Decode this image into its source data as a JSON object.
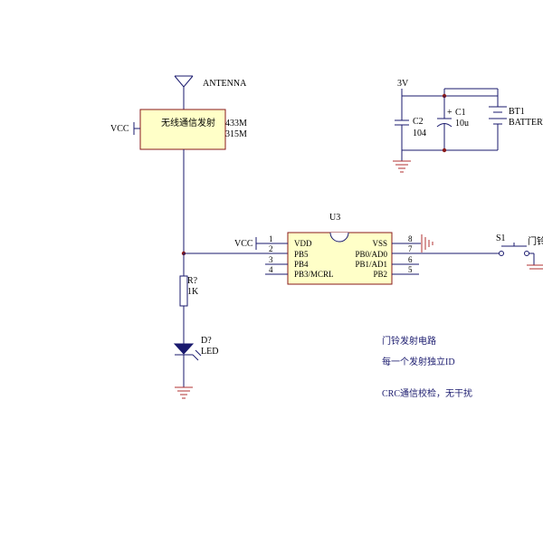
{
  "antenna": {
    "label": "ANTENNA"
  },
  "rf_module": {
    "text": "无线通信发射",
    "freq1": "433M",
    "freq2": "315M",
    "vcc_label": "VCC"
  },
  "power": {
    "rail": "3V",
    "c2_name": "C2",
    "c2_value": "104",
    "c1_name": "C1",
    "c1_value": "10u",
    "c1_plus": "+",
    "bt_name": "BT1",
    "bt_value": "BATTERY"
  },
  "ic": {
    "name": "U3",
    "vcc_label": "VCC",
    "left_pins": [
      {
        "num": "1",
        "name": "VDD"
      },
      {
        "num": "2",
        "name": "PB5"
      },
      {
        "num": "3",
        "name": "PB4"
      },
      {
        "num": "4",
        "name": "PB3/MCRL"
      }
    ],
    "right_pins": [
      {
        "num": "8",
        "name": "VSS"
      },
      {
        "num": "7",
        "name": "PB0/AD0"
      },
      {
        "num": "6",
        "name": "PB1/AD1"
      },
      {
        "num": "5",
        "name": "PB2"
      }
    ]
  },
  "switch": {
    "name": "S1",
    "label": "门铃"
  },
  "resistor": {
    "name": "R?",
    "value": "1K"
  },
  "led": {
    "name": "D?",
    "value": "LED"
  },
  "notes": [
    "门铃发射电路",
    "每一个发射独立ID",
    "CRC通信校检，无干扰"
  ]
}
